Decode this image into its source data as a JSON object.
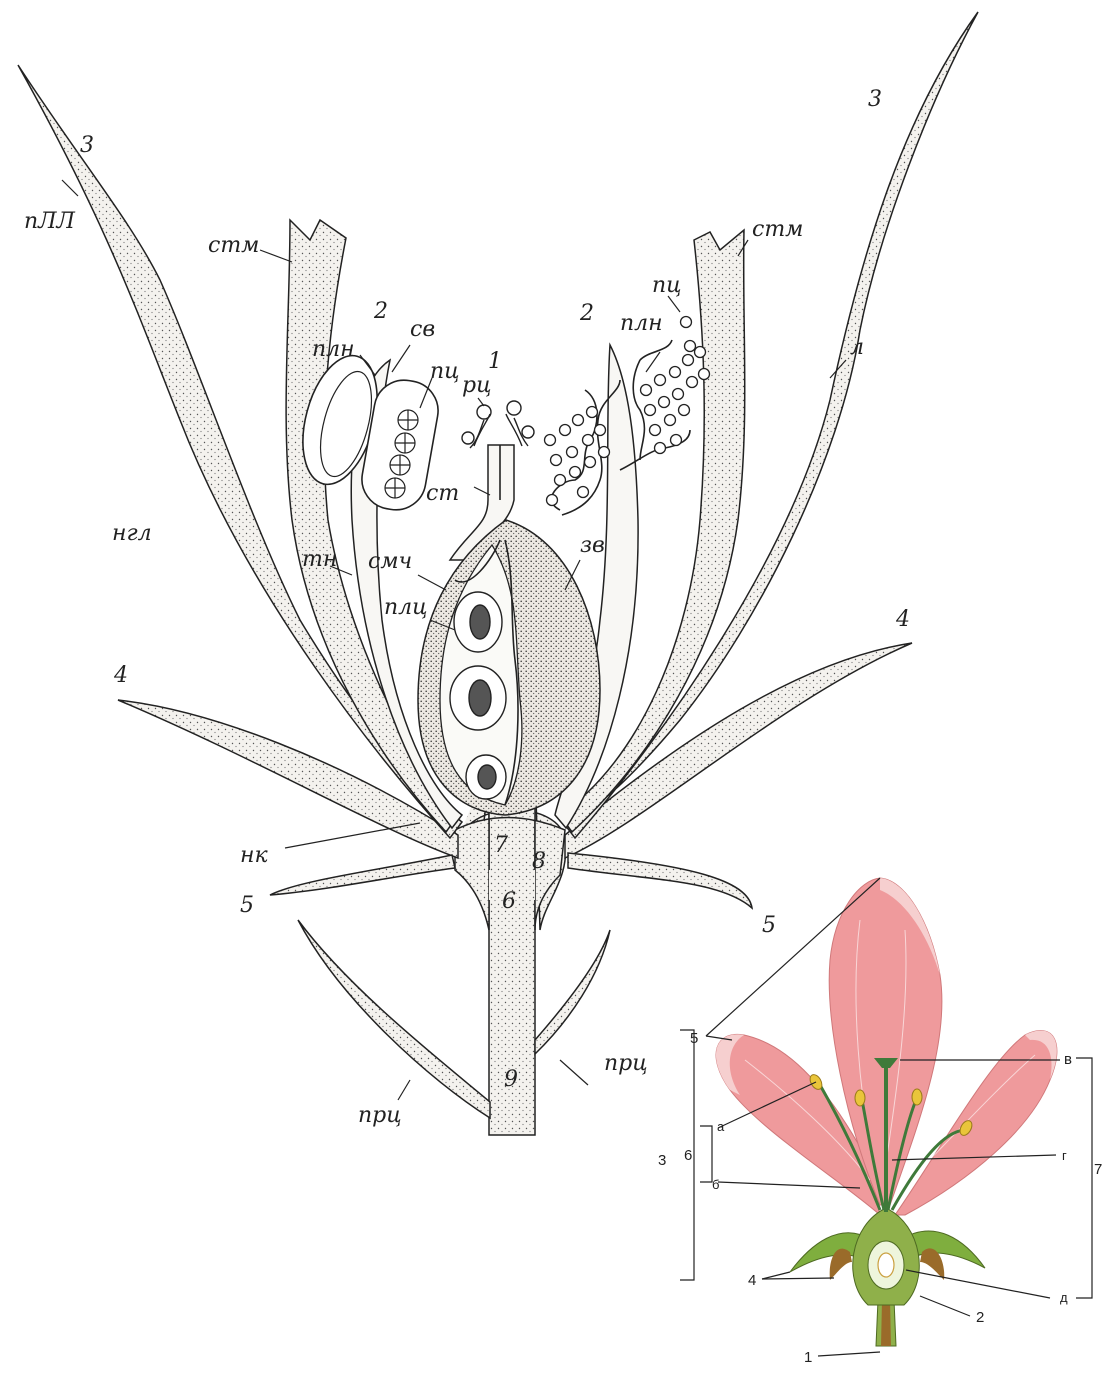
{
  "main_diagram": {
    "labels": {
      "n3_left": "3",
      "pll": "пЛЛ",
      "stm_left": "стм",
      "n2_left": "2",
      "pln_left": "плн",
      "sv": "св",
      "pc_left": "пц",
      "n1": "1",
      "rc": "рц",
      "st": "ст",
      "ngl": "нгл",
      "tn": "тн",
      "smch": "смч",
      "plc": "плц",
      "zv": "зв",
      "n2_right": "2",
      "pc_right": "пц",
      "pln_right": "плн",
      "stm_right": "стм",
      "n3_right": "3",
      "l": "л",
      "n4_left": "4",
      "n4_right": "4",
      "nk": "нк",
      "n7": "7",
      "n8": "8",
      "n6": "6",
      "n5_left": "5",
      "n5_right": "5",
      "prc_right": "прц",
      "prc_left": "прц",
      "n9": "9"
    }
  },
  "inset_diagram": {
    "labels": {
      "n5": "5",
      "v": "в",
      "a": "а",
      "n6": "6",
      "n3": "3",
      "g": "г",
      "n7": "7",
      "b": "б",
      "n4": "4",
      "d": "д",
      "n2": "2",
      "n1": "1"
    }
  },
  "colors": {
    "ink": "#222222",
    "petal_pink": "#ef9a9c",
    "petal_edge": "#f6cfcf",
    "sepal_green": "#7fae3e",
    "ovary_green": "#8fb04a",
    "stalk_brown": "#9a6b2a",
    "anther_yellow": "#e9c53a"
  }
}
